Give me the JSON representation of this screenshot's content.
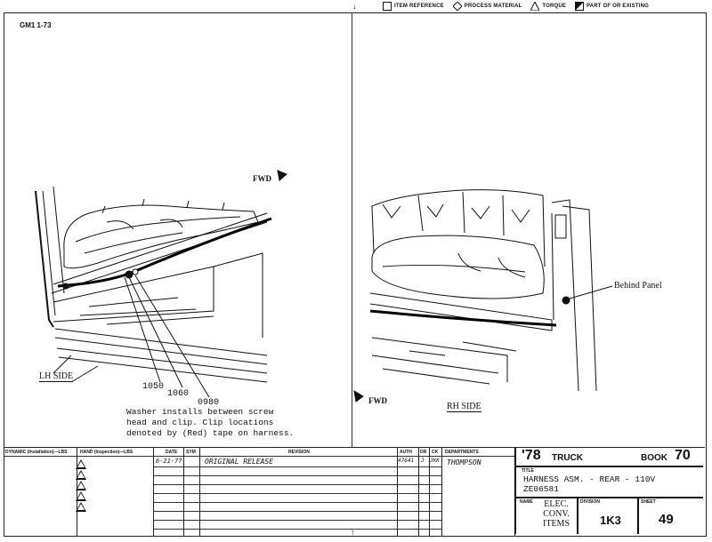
{
  "legend": {
    "item_reference": "ITEM REFERENCE",
    "process_material": "PROCESS MATERIAL",
    "torque": "TORQUE",
    "part_of_existing": "PART OF OR EXISTING"
  },
  "sheet_id": "GM1 1-73",
  "lh": {
    "fwd": "FWD",
    "side_label": "LH SIDE",
    "callouts": [
      "1050",
      "1060",
      "0980"
    ],
    "note": "Washer installs between screw head and clip. Clip locations denoted by (Red) tape on harness."
  },
  "rh": {
    "fwd": "FWD",
    "side_label": "RH SIDE",
    "behind_panel": "Behind Panel"
  },
  "title_block": {
    "dynamic_header": "DYNAMIC (Installation)—LBS",
    "hand_header": "HAND (Inspection)—LBS",
    "date_header": "DATE",
    "sym_header": "SYM",
    "revision_header": "REVISION",
    "auth_header": "AUTH",
    "dr_header": "DR",
    "ck_header": "CK",
    "departments_header": "DEPARTMENTS",
    "revision_row": {
      "date": "6-21-77",
      "revision": "ORIGINAL RELEASE",
      "auth": "47641",
      "dr": "J",
      "ck": "JKK",
      "department": "THOMPSON"
    },
    "year": "'78",
    "product": "TRUCK",
    "book_label": "BOOK",
    "book_number": "70",
    "title_label": "TITLE",
    "title_line1": "HARNESS ASM. - REAR - 110V",
    "title_line2": "ZE06581",
    "name_label": "NAME",
    "name_value": "ELEC. CONV. ITEMS",
    "division_label": "DIVISION",
    "division_value": "1K3",
    "sheet_label": "SHEET",
    "sheet_value": "49"
  }
}
